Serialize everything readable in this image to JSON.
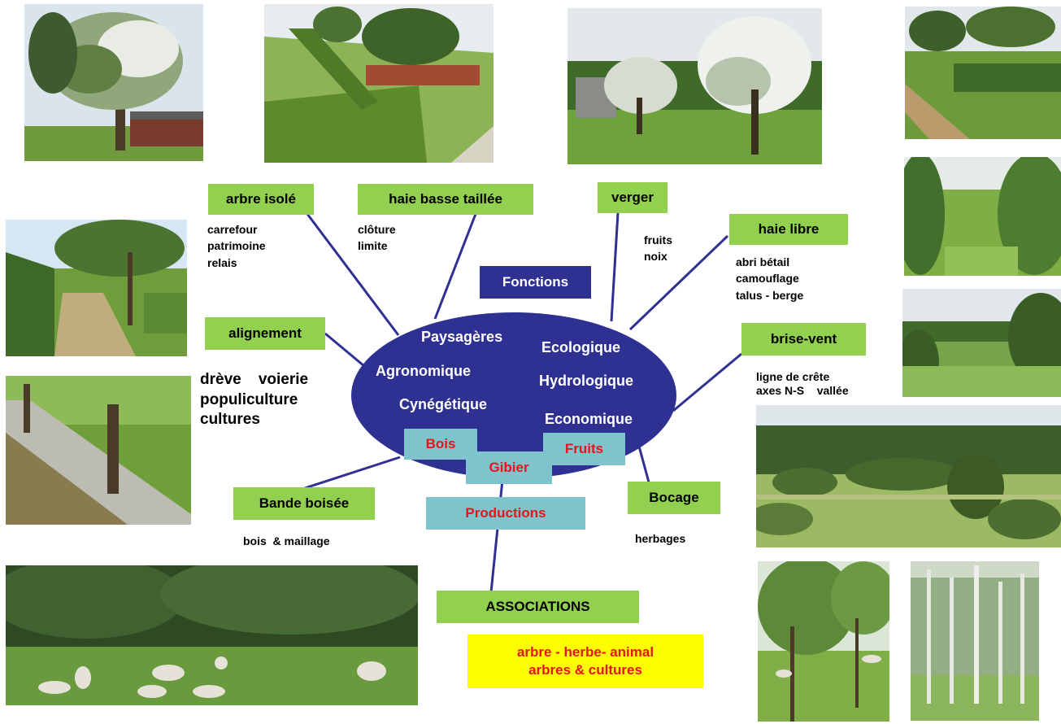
{
  "center": {
    "title": "Fonctions",
    "functions_left": [
      "Paysagères",
      "Agronomique",
      "Cynégétique"
    ],
    "functions_right": [
      "Ecologique",
      "Hydrologique",
      "Economique"
    ],
    "colors": {
      "ellipse": "#2e3192",
      "green": "#92d050",
      "teal": "#7fc3cc",
      "red": "#e8141a",
      "yellow": "#ffff00"
    }
  },
  "products": {
    "label": "Productions",
    "items": [
      "Bois",
      "Gibier",
      "Fruits"
    ]
  },
  "nodes": {
    "arbre_isole": {
      "label": "arbre isolé",
      "notes": [
        "carrefour",
        "patrimoine",
        "relais"
      ]
    },
    "haie_basse": {
      "label": "haie basse taillée",
      "notes": [
        "clôture",
        "limite"
      ]
    },
    "verger": {
      "label": "verger",
      "notes": [
        "fruits",
        "noix"
      ]
    },
    "haie_libre": {
      "label": "haie libre",
      "notes": [
        "abri bétail",
        "camouflage",
        "talus - berge"
      ]
    },
    "alignement": {
      "label": "alignement",
      "notes": [
        "drève    voierie",
        "populiculture",
        "cultures"
      ]
    },
    "brise_vent": {
      "label": "brise-vent",
      "notes": [
        "ligne de crête",
        "axes N-S    vallée"
      ]
    },
    "bande_boisee": {
      "label": "Bande boisée",
      "notes": [
        "bois  & maillage"
      ]
    },
    "bocage": {
      "label": "Bocage",
      "notes": [
        "herbages"
      ]
    },
    "associations": {
      "label": "ASSOCIATIONS",
      "notes": [
        "arbre - herbe- animal",
        "arbres & cultures"
      ]
    }
  }
}
